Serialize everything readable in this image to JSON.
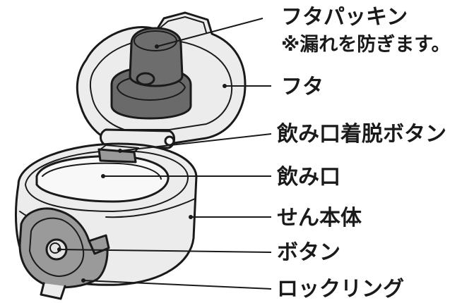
{
  "labels": {
    "lid_packing": "フタパッキン",
    "lid_packing_note": "※漏れを防ぎます。",
    "lid": "フタ",
    "spout_release_button": "飲み口着脱ボタン",
    "spout": "飲み口",
    "stopper_body": "せん本体",
    "button": "ボタン",
    "locking_ring": "ロックリング"
  },
  "colors": {
    "outline": "#1a1a1a",
    "body_fill": "#ececec",
    "packing_fill": "#7a7a7a",
    "dark_part": "#6d6d6d",
    "ring_fill": "#9a9a9a"
  }
}
